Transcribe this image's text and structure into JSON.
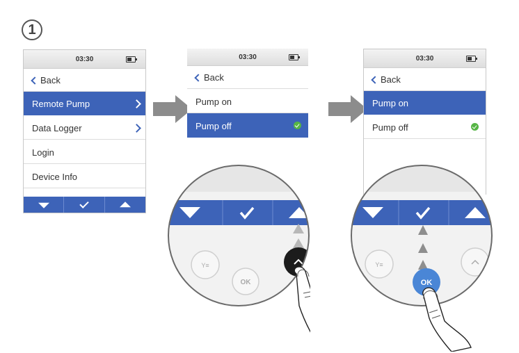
{
  "step": {
    "number": "1"
  },
  "status": {
    "time": "03:30"
  },
  "screen1": {
    "back_label": "Back",
    "items": [
      "Remote Pump",
      "Data Logger",
      "Login",
      "Device Info"
    ]
  },
  "screen2": {
    "back_label": "Back",
    "items": [
      "Pump on",
      "Pump off"
    ]
  },
  "screen3": {
    "back_label": "Back",
    "items": [
      "Pump on",
      "Pump off"
    ]
  },
  "buttons": {
    "ok_label": "OK"
  },
  "colors": {
    "accent": "#3d63b8",
    "check": "#56b545",
    "ok_active": "#4a86d6"
  }
}
